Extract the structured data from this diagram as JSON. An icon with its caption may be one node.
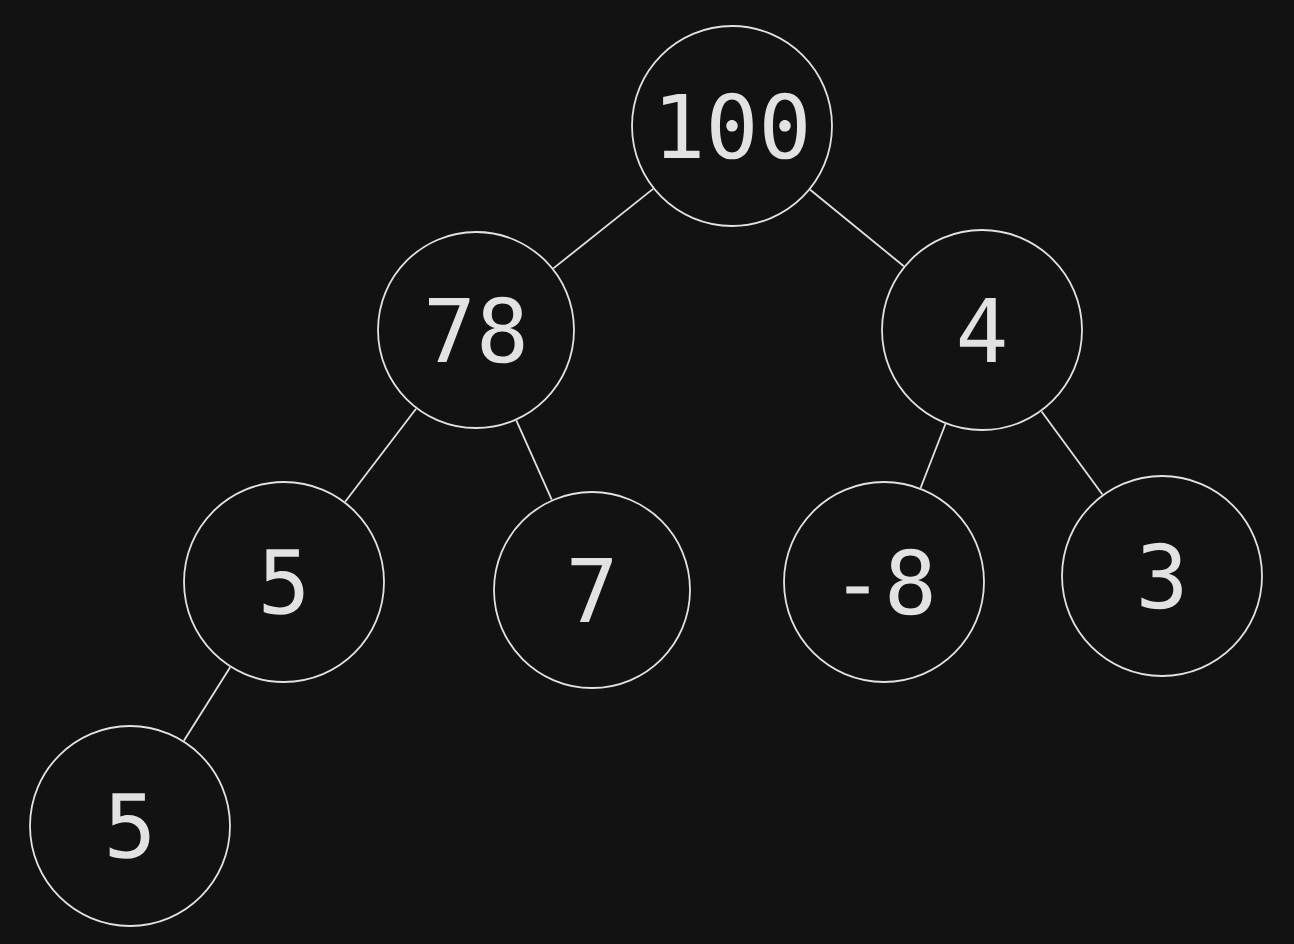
{
  "diagram": {
    "nodes": [
      {
        "text": [
          "100"
        ]
      },
      {
        "text": [
          "78"
        ]
      },
      {
        "text": [
          "4"
        ]
      },
      {
        "text": [
          "5"
        ]
      },
      {
        "text": [
          "7"
        ]
      },
      {
        "text": [
          "-8"
        ]
      },
      {
        "text": [
          "3"
        ]
      },
      {
        "text": [
          "5"
        ]
      }
    ],
    "edges": [
      {
        "from": 0,
        "to": 1,
        "arrow": "none"
      },
      {
        "from": 0,
        "to": 2,
        "arrow": "none"
      },
      {
        "from": 1,
        "to": 3,
        "arrow": "none"
      },
      {
        "from": 1,
        "to": 4,
        "arrow": "none"
      },
      {
        "from": 2,
        "to": 5,
        "arrow": "none"
      },
      {
        "from": 2,
        "to": 6,
        "arrow": "none"
      },
      {
        "from": 3,
        "to": 7,
        "arrow": "none"
      }
    ]
  }
}
